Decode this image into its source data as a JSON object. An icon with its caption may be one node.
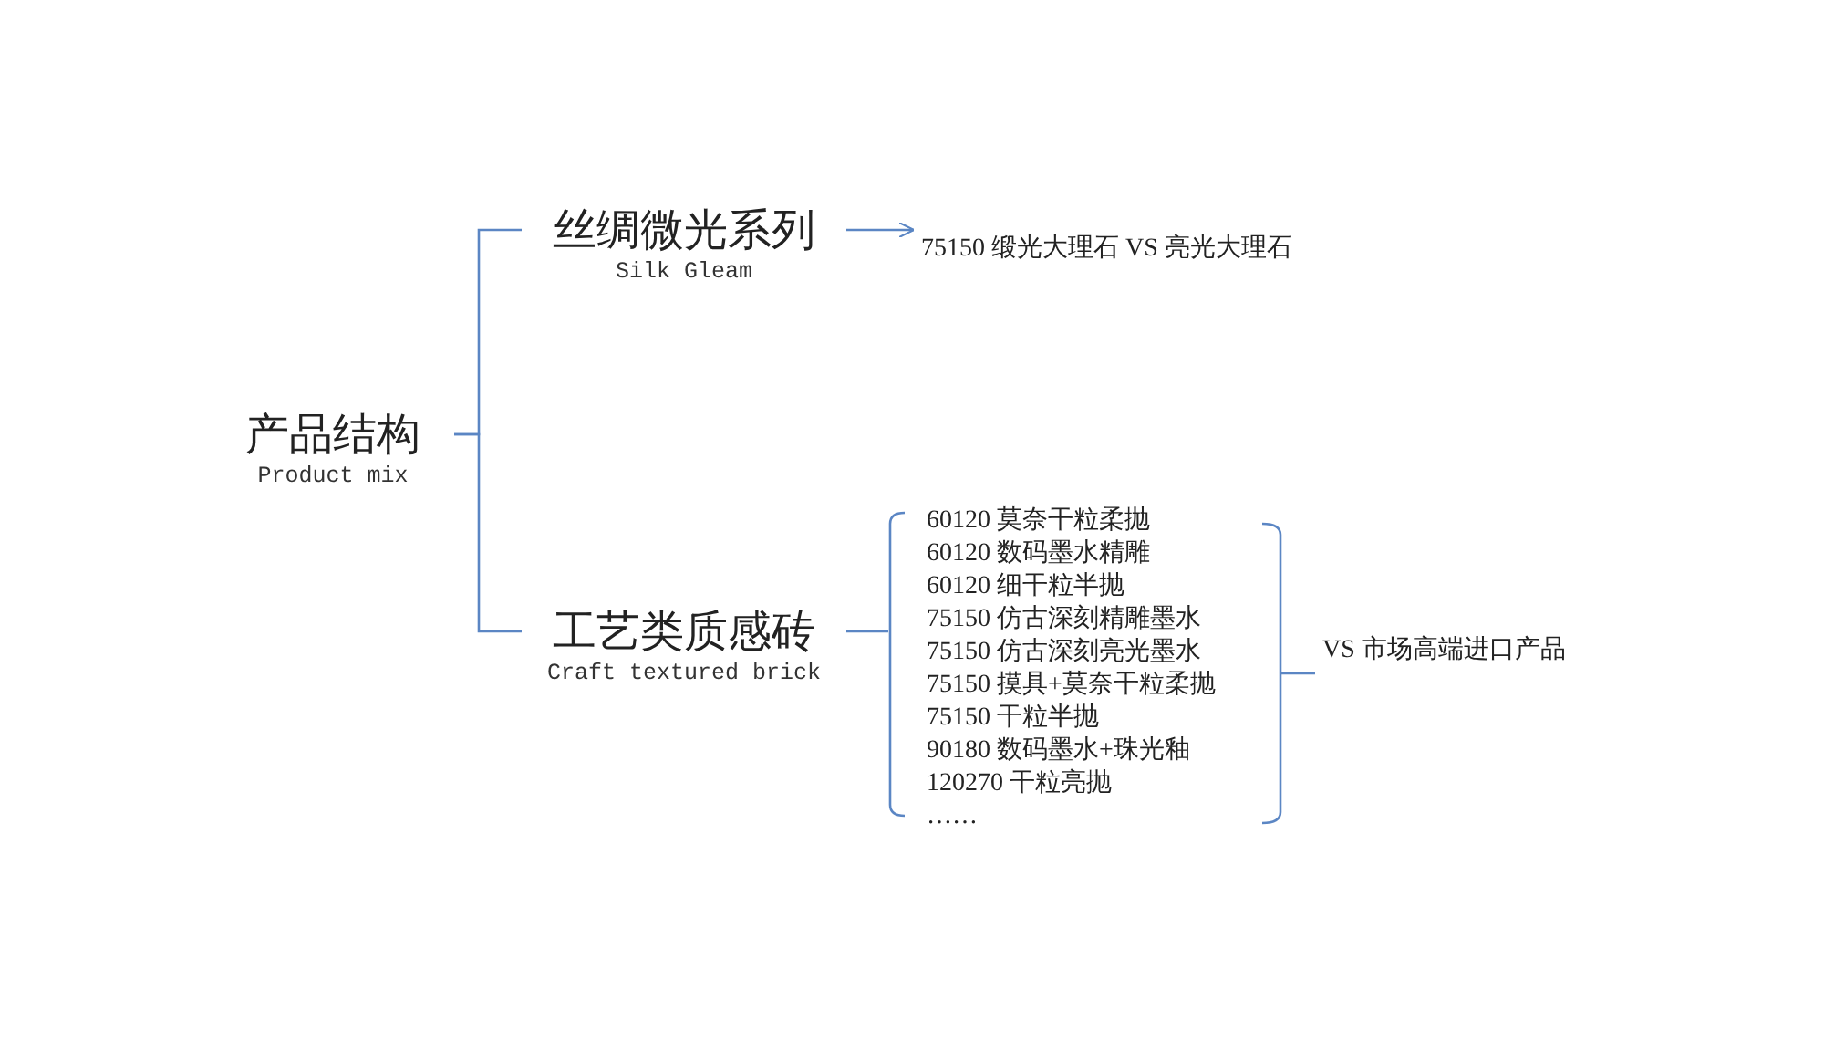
{
  "diagram": {
    "nodes": [
      {
        "text": [
          "产品结构",
          "Product mix"
        ]
      },
      {
        "text": [
          "丝绸微光系列",
          "Silk Gleam"
        ]
      },
      {
        "text": [
          "工艺类质感砖",
          "Craft textured brick"
        ]
      },
      {
        "text": [
          "75150 缎光大理石 VS 亮光大理石"
        ]
      },
      {
        "text": [
          "60120 莫奈干粒柔抛",
          "60120 数码墨水精雕",
          "60120 细干粒半抛",
          "75150 仿古深刻精雕墨水",
          "75150 仿古深刻亮光墨水",
          "75150 摸具+莫奈干粒柔抛",
          "75150 干粒半抛",
          "90180 数码墨水+珠光釉",
          "120270 干粒亮抛",
          "……"
        ]
      },
      {
        "text": [
          "VS 市场高端进口产品"
        ]
      }
    ],
    "edges": [
      {
        "from": 0,
        "to": 1,
        "arrow": "none"
      },
      {
        "from": 0,
        "to": 2,
        "arrow": "none"
      },
      {
        "from": 1,
        "to": 3,
        "arrow": "to"
      },
      {
        "from": 2,
        "to": 4,
        "arrow": "none"
      },
      {
        "from": 4,
        "to": 5,
        "arrow": "none"
      }
    ]
  }
}
